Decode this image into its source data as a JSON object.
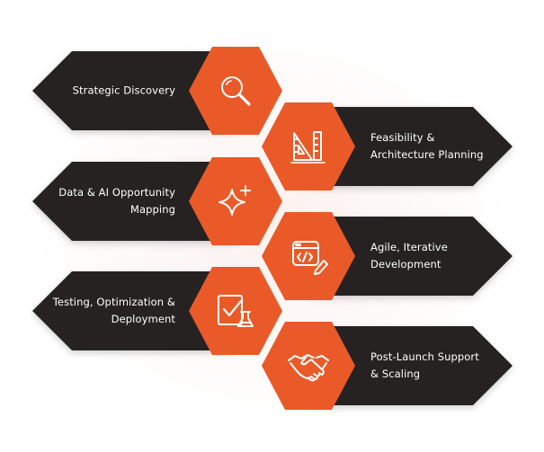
{
  "colors": {
    "band": "#262322",
    "accent": "#ea5a28",
    "icon_stroke": "#ffffff",
    "text": "#ffffff"
  },
  "steps": [
    {
      "label": "Strategic Discovery",
      "icon": "search-icon",
      "side": "left"
    },
    {
      "label": "Feasibility &\nArchitecture Planning",
      "icon": "ruler-triangle-icon",
      "side": "right"
    },
    {
      "label": "Data & AI Opportunity\nMapping",
      "icon": "sparkle-icon",
      "side": "left"
    },
    {
      "label": "Agile, Iterative\nDevelopment",
      "icon": "code-window-icon",
      "side": "right"
    },
    {
      "label": "Testing, Optimization &\nDeployment",
      "icon": "checklist-flask-icon",
      "side": "left"
    },
    {
      "label": "Post-Launch Support\n& Scaling",
      "icon": "handshake-icon",
      "side": "right"
    }
  ]
}
